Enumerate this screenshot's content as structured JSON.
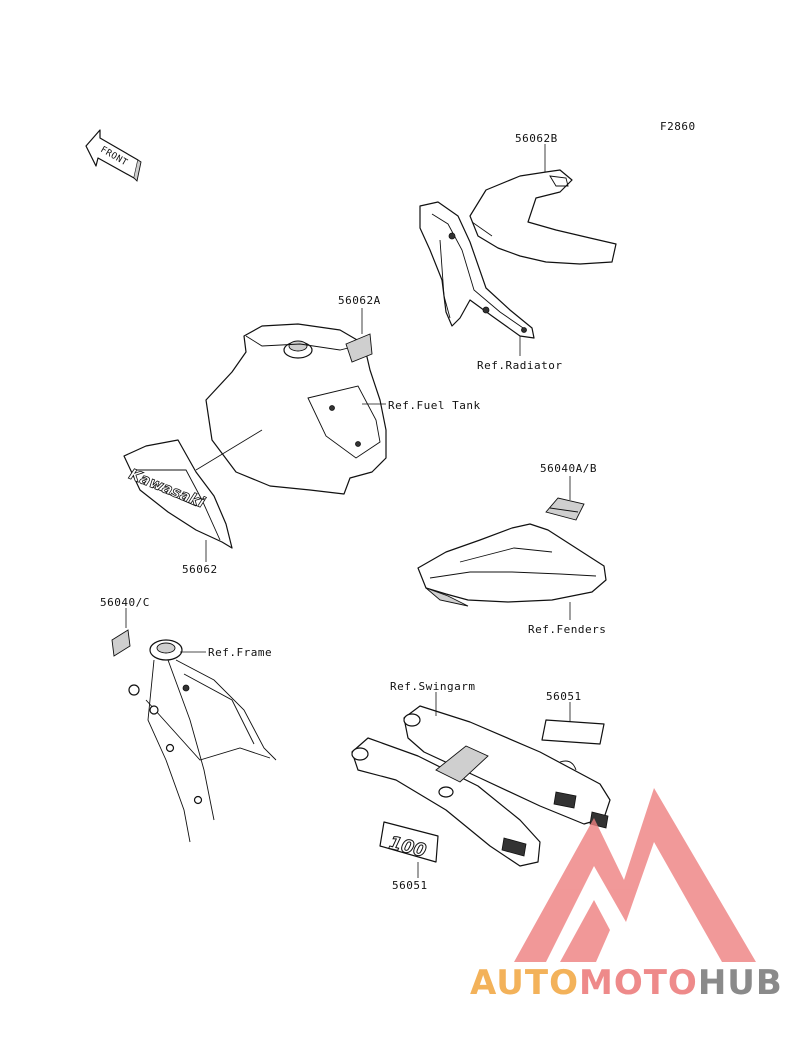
{
  "figure_code": "F2860",
  "front_marker": "FRONT",
  "parts": {
    "p56062B": "56062B",
    "p56062A": "56062A",
    "p56062": "56062",
    "p56040AB": "56040A/B",
    "p56040C": "56040/C",
    "p56051_top": "56051",
    "p56051_bottom": "56051"
  },
  "references": {
    "radiator": "Ref.Radiator",
    "fuel_tank": "Ref.Fuel Tank",
    "fenders": "Ref.Fenders",
    "frame": "Ref.Frame",
    "swingarm": "Ref.Swingarm"
  },
  "decal_text": {
    "shroud_logo": "Kawasaki",
    "model_number": "100"
  },
  "watermark": {
    "part1": "AUTO",
    "part2": "MOTO",
    "part3": "HUB",
    "colors": {
      "auto": "#f3b25a",
      "moto": "#ee8a8a",
      "hub": "#8a8a8a",
      "logo": "#ee7f7f"
    }
  }
}
